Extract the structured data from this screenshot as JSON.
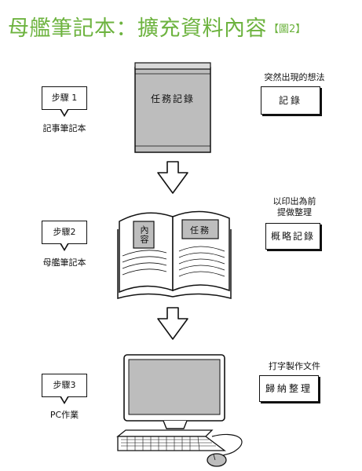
{
  "title": {
    "main": "母艦筆記本：擴充資料內容",
    "note": "【圖2】"
  },
  "steps": [
    {
      "label": "步驟 1",
      "caption": "記事筆記本"
    },
    {
      "label": "步驟2",
      "caption": "母艦筆記本"
    },
    {
      "label": "步驟3",
      "caption": "PC作業"
    }
  ],
  "notes": [
    {
      "lines": [
        "突然出現的想法"
      ],
      "box": "記錄"
    },
    {
      "lines": [
        "以印出為前",
        "提做整理"
      ],
      "box": "概略記錄"
    },
    {
      "lines": [
        "打字製作文件"
      ],
      "box": "歸納整理"
    }
  ],
  "notebook": {
    "cover_text": "任務記錄"
  },
  "open_book": {
    "left_tag": "內容",
    "right_tag": "任務"
  },
  "colors": {
    "accent": "#6db33f",
    "ink": "#111111",
    "gray": "#bdbdbd"
  }
}
